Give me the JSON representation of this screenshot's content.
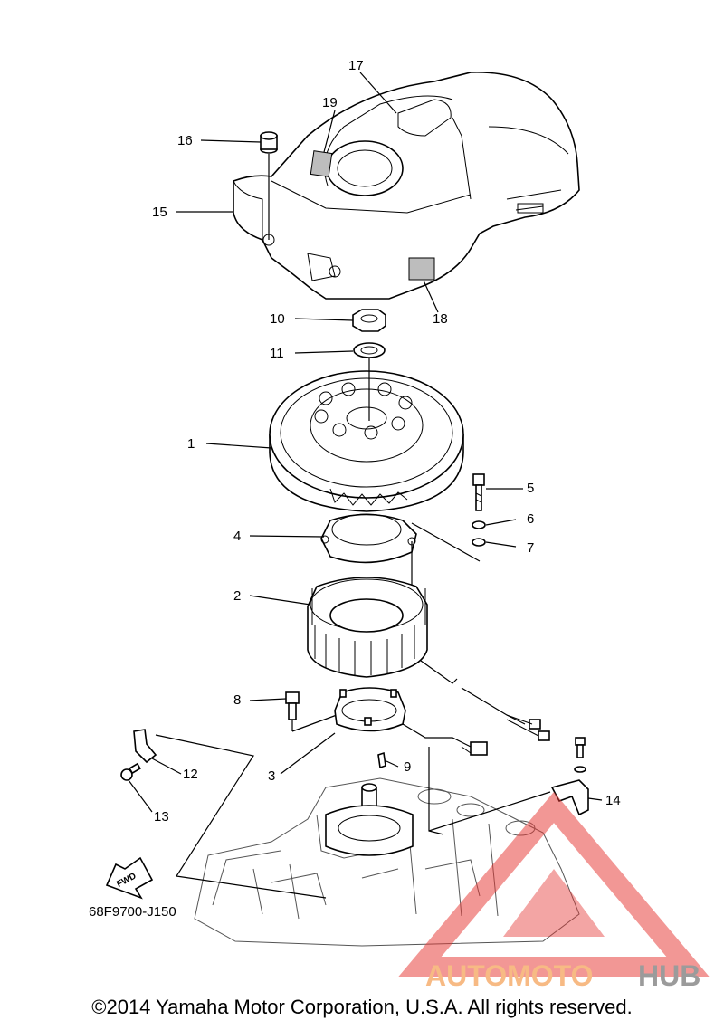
{
  "callouts": [
    "1",
    "2",
    "3",
    "4",
    "5",
    "6",
    "7",
    "8",
    "9",
    "10",
    "11",
    "12",
    "13",
    "14",
    "15",
    "16",
    "17",
    "18",
    "19"
  ],
  "diagram_code": "68F9700-J150",
  "fwd_label": "FWD",
  "watermark": {
    "part1": "AUTOMOTO",
    "part2": "HUB",
    "color1": "#f5a35c",
    "color2": "#7a7a7a",
    "triangle_color": "#e53935"
  },
  "copyright": "©2014 Yamaha Motor Corporation, U.S.A. All rights reserved."
}
